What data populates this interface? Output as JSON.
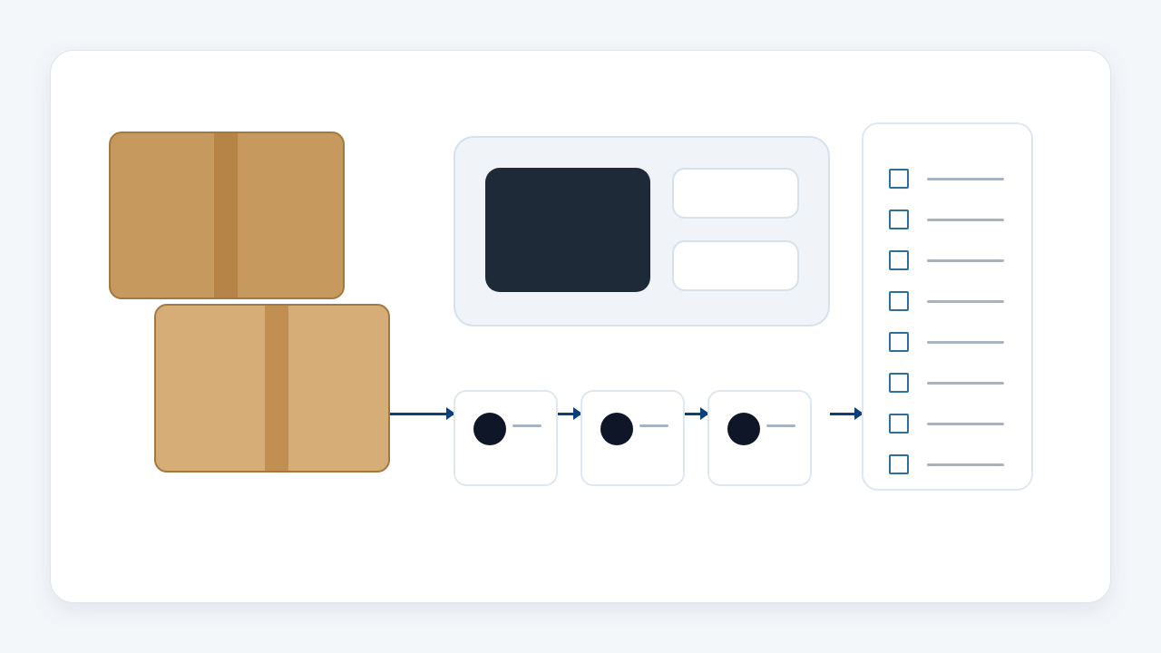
{
  "colors": {
    "box_back_fill": "#c69a5e",
    "box_back_tape": "#b78447",
    "box_front_fill": "#d6ad77",
    "box_front_tape": "#c28f52",
    "screen_fill": "#1e2a38",
    "dot_fill": "#0e1628",
    "arrow": "#0d3f7a",
    "checkbox_border": "#2f6f9f"
  },
  "diagram": {
    "boxes": [
      {
        "id": "box-back",
        "icon": "cardboard-box-icon"
      },
      {
        "id": "box-front",
        "icon": "cardboard-box-icon"
      }
    ],
    "panel": {
      "icon": "terminal-panel",
      "screen": "dark-screen",
      "fields": 2
    },
    "steps": [
      {
        "icon": "circle-dot-icon"
      },
      {
        "icon": "circle-dot-icon"
      },
      {
        "icon": "circle-dot-icon"
      }
    ],
    "checklist": {
      "icon": "checklist-icon",
      "items": 8
    }
  }
}
